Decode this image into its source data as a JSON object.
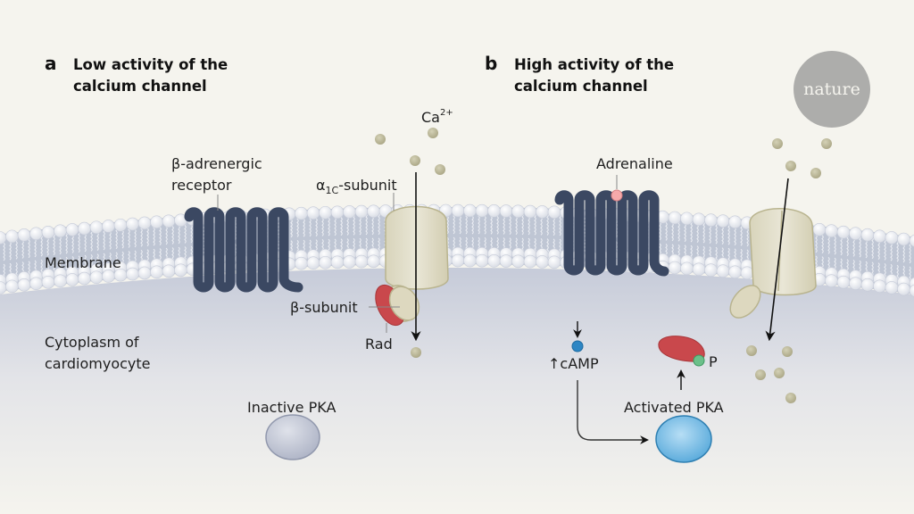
{
  "panels": [
    {
      "letter": "a",
      "title_line1": "Low activity of the",
      "title_line2": "calcium channel"
    },
    {
      "letter": "b",
      "title_line1": "High activity of the",
      "title_line2": "calcium channel"
    }
  ],
  "logo": {
    "text": "nature"
  },
  "labels": {
    "membrane": "Membrane",
    "cytoplasm_line1": "Cytoplasm of",
    "cytoplasm_line2": "cardiomyocyte",
    "receptor_line1": "β-adrenergic",
    "receptor_line2": "receptor",
    "alpha_subunit_alpha": "α",
    "alpha_subunit_sub": "1C",
    "alpha_subunit_rest": "-subunit",
    "beta_subunit": "β-subunit",
    "rad": "Rad",
    "calcium_base": "Ca",
    "calcium_charge": "2+",
    "inactive_pka": "Inactive PKA",
    "adrenaline": "Adrenaline",
    "camp": "↑cAMP",
    "activated_pka": "Activated PKA",
    "phosphate": "P"
  },
  "colors": {
    "background": "#f5f4ee",
    "membrane_fill": "#bfc6d4",
    "lipid_head": "#eef0f4",
    "receptor": "#3b4862",
    "channel": "#dcd8c3",
    "channel_stroke": "#b9b48f",
    "rad": "#c9484c",
    "calcium": "#b8b494",
    "camp": "#2d86c4",
    "adrenaline": "#f5a9aa",
    "phosphate": "#6cc08a",
    "pka_inactive": "#c3c8d6",
    "pka_active": "#7ec1ea",
    "logo_bg": "#adadab"
  }
}
